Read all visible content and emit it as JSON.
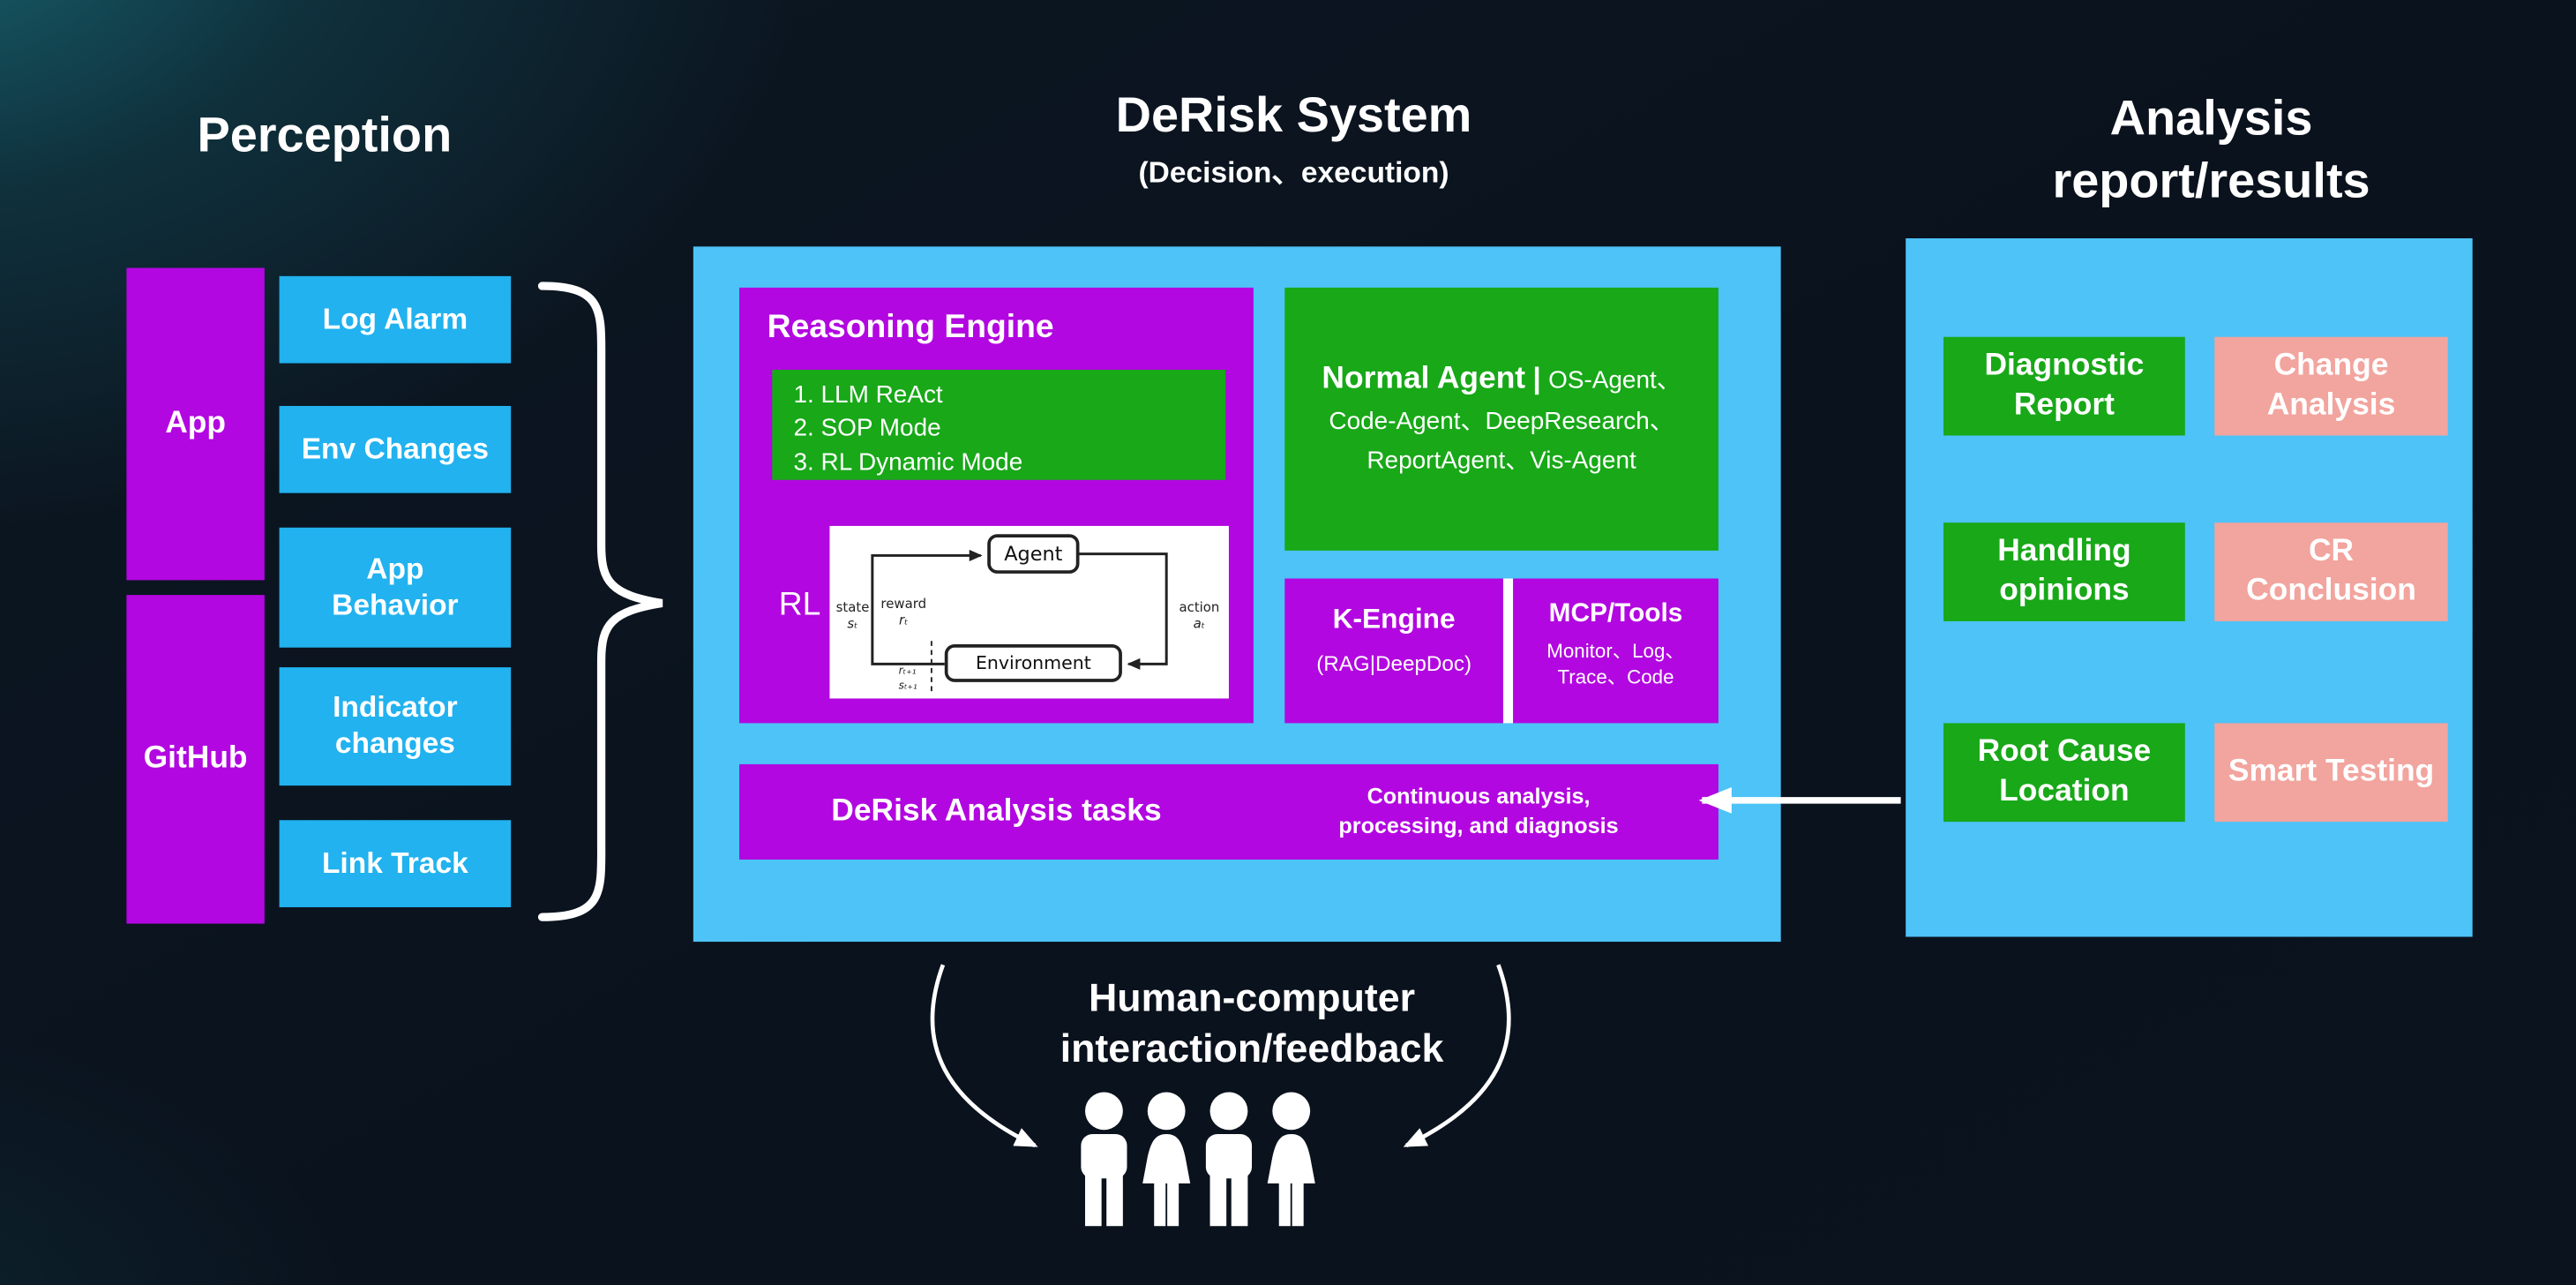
{
  "colors": {
    "background": "#0b1420",
    "teal_glow": "#17686f",
    "purple": "#b207e0",
    "cyan": "#21b2ef",
    "panel_blue": "#4dc3f8",
    "green": "#18a818",
    "pink": "#f2a49e",
    "text": "#ffffff"
  },
  "headers": {
    "perception": "Perception",
    "derisk_title": "DeRisk System",
    "derisk_subtitle": "(Decision、execution)",
    "analysis_line1": "Analysis",
    "analysis_line2": "report/results"
  },
  "perception": {
    "sources": [
      {
        "label": "App"
      },
      {
        "label": "GitHub"
      }
    ],
    "signals": [
      "Log Alarm",
      "Env Changes",
      "App Behavior",
      "Indicator changes",
      "Link Track"
    ]
  },
  "derisk": {
    "reasoning_engine": {
      "title": "Reasoning Engine",
      "modes": [
        "1. LLM ReAct",
        "2. SOP Mode",
        "3. RL Dynamic Mode"
      ],
      "rl_label": "RL",
      "rl_diagram": {
        "agent": "Agent",
        "environment": "Environment",
        "state_label": "state",
        "state_symbol": "sₜ",
        "reward_label": "reward",
        "reward_symbol": "rₜ",
        "action_label": "action",
        "action_symbol": "aₜ",
        "next_reward_symbol": "rₜ₊₁",
        "next_state_symbol": "sₜ₊₁"
      }
    },
    "normal_agent": {
      "title": "Normal Agent",
      "separator": "|",
      "agents": "OS-Agent、Code-Agent、DeepResearch、ReportAgent、Vis-Agent"
    },
    "k_engine": {
      "title": "K-Engine",
      "subtitle": "(RAG|DeepDoc)"
    },
    "mcp_tools": {
      "title": "MCP/Tools",
      "subtitle": "Monitor、Log、Trace、Code"
    },
    "analysis_tasks": {
      "title": "DeRisk Analysis tasks",
      "description": "Continuous analysis, processing, and diagnosis"
    }
  },
  "analysis_report": {
    "green_items": [
      "Diagnostic Report",
      "Handling opinions",
      "Root Cause Location"
    ],
    "pink_items": [
      "Change Analysis",
      "CR Conclusion",
      "Smart Testing"
    ]
  },
  "footer": {
    "line1": "Human-computer",
    "line2": "interaction/feedback"
  }
}
